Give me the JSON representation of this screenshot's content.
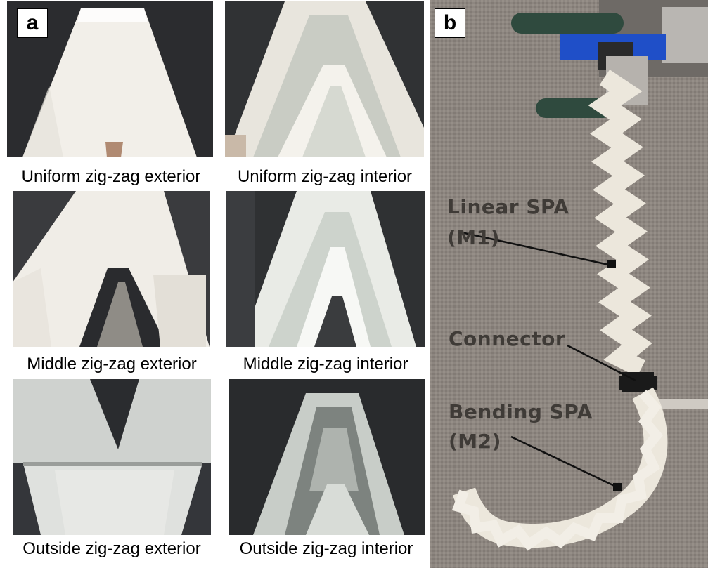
{
  "panel_a": {
    "label": "a",
    "captions": {
      "uniform_exterior": "Uniform zig-zag exterior",
      "uniform_interior": "Uniform zig-zag interior",
      "middle_exterior": "Middle zig-zag exterior",
      "middle_interior": "Middle zig-zag interior",
      "outside_exterior": "Outside zig-zag exterior",
      "outside_interior": "Outside zig-zag interior"
    }
  },
  "panel_b": {
    "label": "b",
    "annotations": {
      "linear_spa": "Linear SPA",
      "linear_spa_id": "(M1)",
      "connector": "Connector",
      "bending_spa": "Bending SPA",
      "bending_spa_id": "(M2)"
    }
  },
  "colors": {
    "fabric_background": "#8d8680",
    "dark_photo_background": "#26272a",
    "printed_material": "#ece7dc",
    "gripper_blue": "#1f4fc8",
    "gripper_green": "#2f4a3e",
    "annotation_text": "#3f3b37",
    "leader_line": "#111111"
  }
}
